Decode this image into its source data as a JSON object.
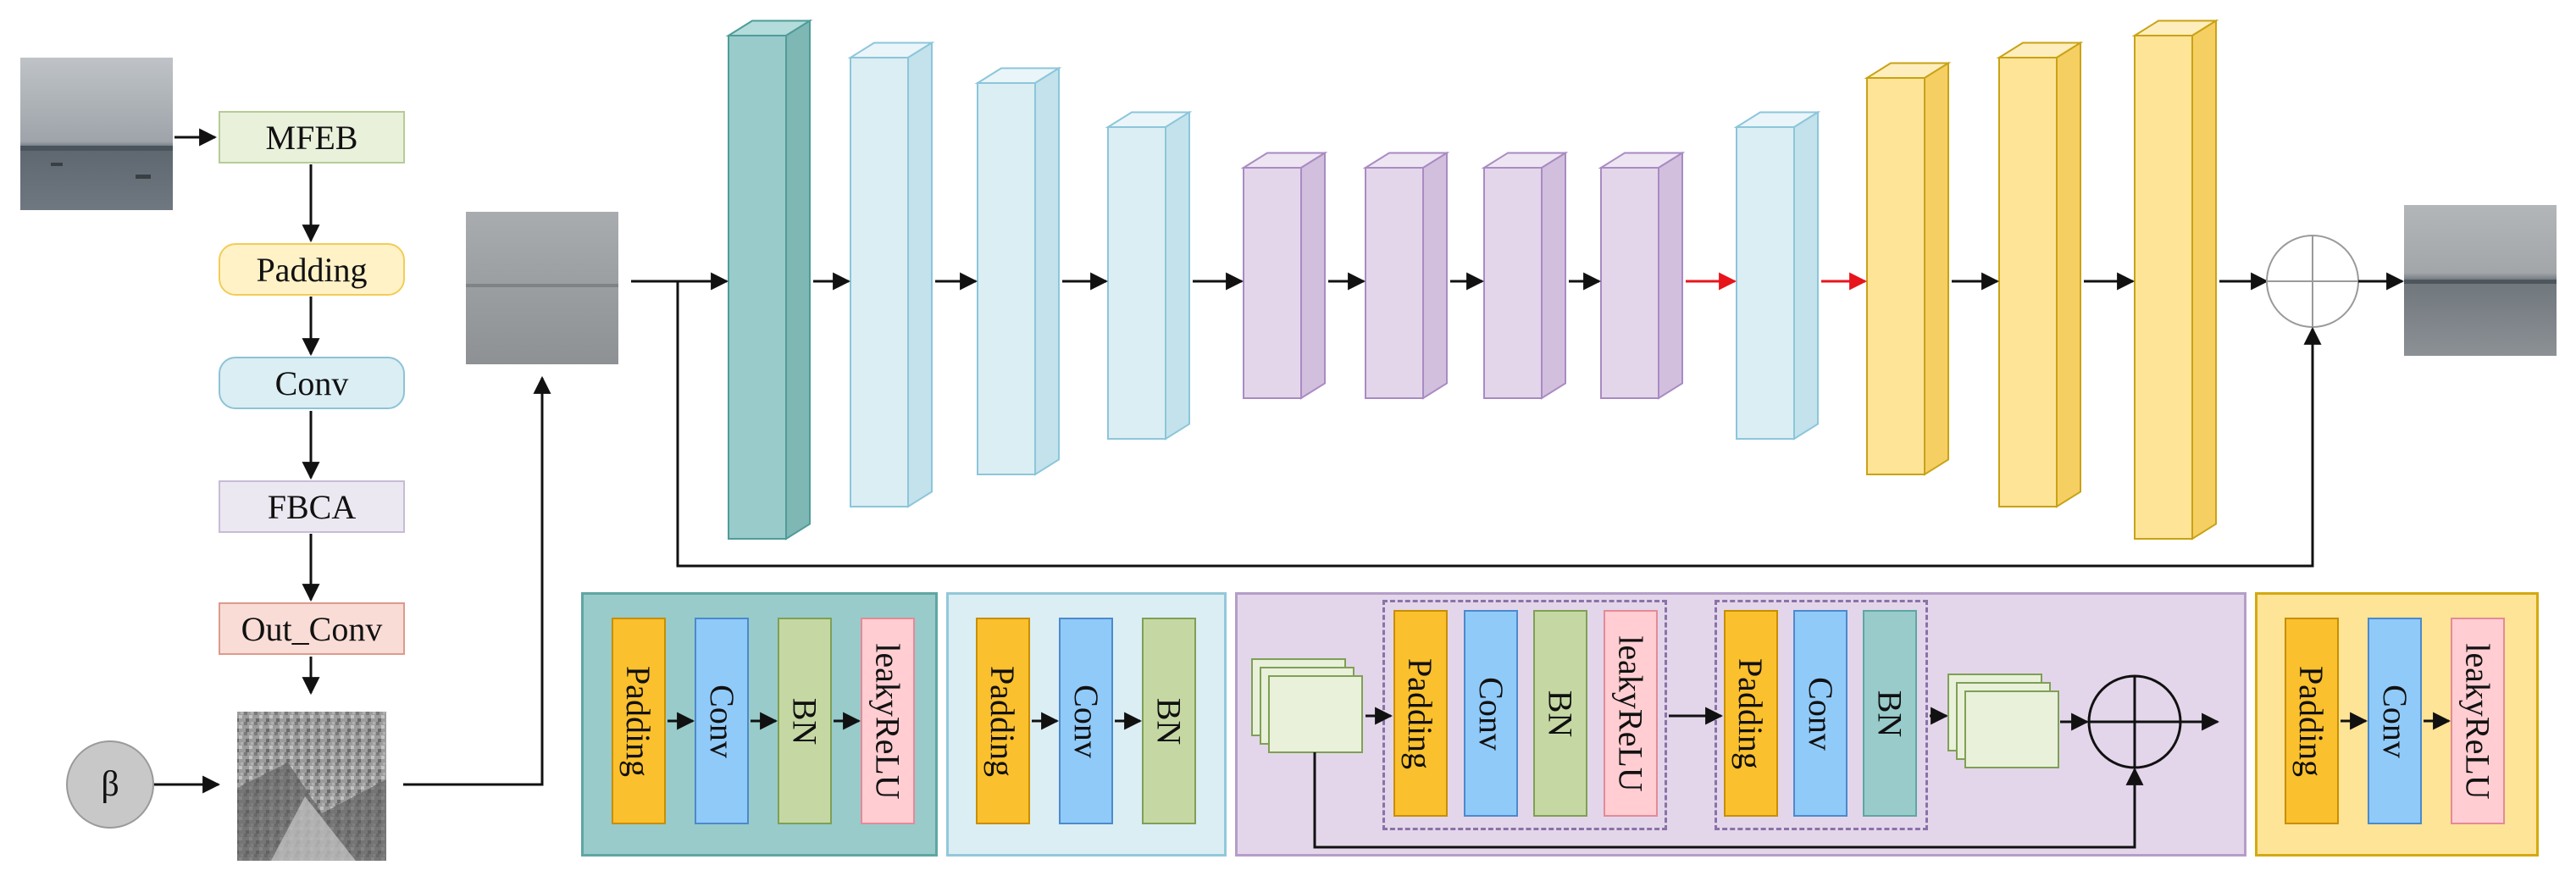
{
  "flow": {
    "mfeb": "MFEB",
    "padding": "Padding",
    "conv": "Conv",
    "fbca": "FBCA",
    "out_conv": "Out_Conv",
    "beta": "β"
  },
  "panels": {
    "teal": {
      "labels": [
        "Padding",
        "Conv",
        "BN",
        "leakyReLU"
      ]
    },
    "lightblue": {
      "labels": [
        "Padding",
        "Conv",
        "BN"
      ]
    },
    "purple": {
      "group1": [
        "Padding",
        "Conv",
        "BN",
        "leakyReLU"
      ],
      "group2": [
        "Padding",
        "Conv",
        "BN"
      ]
    },
    "yellow": {
      "labels": [
        "Padding",
        "Conv",
        "leakyReLU"
      ]
    }
  },
  "colors": {
    "teal": "#98CBCA",
    "lightblue": "#DBEEF4",
    "purple": "#E3D6EA",
    "yellow": "#FDE497",
    "padding_fill": "#FBC02D",
    "conv_fill": "#90CAF9",
    "bn_fill": "#C5D8A4",
    "relu_fill": "#FFCDD2",
    "red_arrow": "#E8141B"
  },
  "network_blocks": [
    {
      "kind": "teal"
    },
    {
      "kind": "lightblue"
    },
    {
      "kind": "lightblue"
    },
    {
      "kind": "lightblue"
    },
    {
      "kind": "purple"
    },
    {
      "kind": "purple"
    },
    {
      "kind": "purple"
    },
    {
      "kind": "purple"
    },
    {
      "kind": "lightblue"
    },
    {
      "kind": "yellow"
    },
    {
      "kind": "yellow"
    },
    {
      "kind": "yellow"
    }
  ]
}
